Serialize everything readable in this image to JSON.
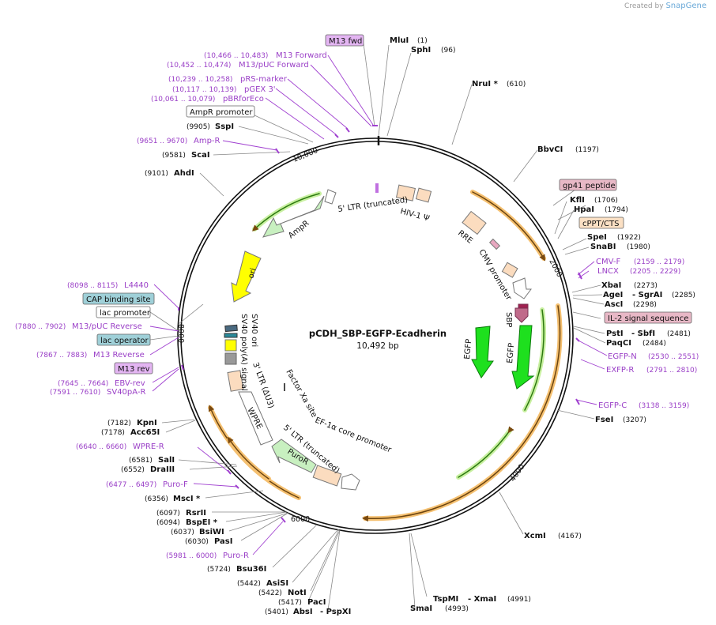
{
  "watermark": {
    "created_by": "Created by",
    "brand": "SnapGene"
  },
  "plasmid": {
    "name": "pCDH_SBP-EGFP-Ecadherin",
    "length": "10,492 bp"
  },
  "ticks": [
    "2000",
    "4000",
    "6000",
    "8000",
    "10,000"
  ],
  "enzymes": [
    {
      "name": "MluI",
      "pos": "(1)"
    },
    {
      "name": "SphI",
      "pos": "(96)"
    },
    {
      "name": "NruI *",
      "pos": "(610)"
    },
    {
      "name": "BbvCI",
      "pos": "(1197)"
    },
    {
      "name": "KflI",
      "pos": "(1706)"
    },
    {
      "name": "HpaI",
      "pos": "(1794)"
    },
    {
      "name": "SpeI",
      "pos": "(1922)"
    },
    {
      "name": "SnaBI",
      "pos": "(1980)"
    },
    {
      "name": "XbaI",
      "pos": "(2273)"
    },
    {
      "name": "AgeI",
      "extra": "- SgrAI",
      "pos": "(2285)"
    },
    {
      "name": "AscI",
      "pos": "(2298)"
    },
    {
      "name": "PstI",
      "extra": "- SbfI",
      "pos": "(2481)"
    },
    {
      "name": "PaqCI",
      "pos": "(2484)"
    },
    {
      "name": "FseI",
      "pos": "(3207)"
    },
    {
      "name": "XcmI",
      "pos": "(4167)"
    },
    {
      "name": "TspMI",
      "extra": "- XmaI",
      "pos": "(4991)"
    },
    {
      "name": "SmaI",
      "pos": "(4993)"
    },
    {
      "name": "AbsI",
      "extra": "- PspXI",
      "pos": "(5401)"
    },
    {
      "name": "PacI",
      "pos": "(5417)"
    },
    {
      "name": "NotI",
      "pos": "(5422)"
    },
    {
      "name": "AsiSI",
      "pos": "(5442)"
    },
    {
      "name": "Bsu36I",
      "pos": "(5724)"
    },
    {
      "name": "PasI",
      "pos": "(6030)"
    },
    {
      "name": "BsiWI",
      "pos": "(6037)"
    },
    {
      "name": "BspEI *",
      "pos": "(6094)"
    },
    {
      "name": "RsrII",
      "pos": "(6097)"
    },
    {
      "name": "MscI *",
      "pos": "(6356)"
    },
    {
      "name": "DraIII",
      "pos": "(6552)"
    },
    {
      "name": "SalI",
      "pos": "(6581)"
    },
    {
      "name": "Acc65I",
      "pos": "(7178)"
    },
    {
      "name": "KpnI",
      "pos": "(7182)"
    },
    {
      "name": "AhdI",
      "pos": "(9101)"
    },
    {
      "name": "ScaI",
      "pos": "(9581)"
    },
    {
      "name": "SspI",
      "pos": "(9905)"
    }
  ],
  "primers": [
    {
      "name": "M13 Forward",
      "pos": "(10,466 .. 10,483)"
    },
    {
      "name": "M13/pUC Forward",
      "pos": "(10,452 .. 10,474)"
    },
    {
      "name": "pRS-marker",
      "pos": "(10,239 .. 10,258)"
    },
    {
      "name": "pGEX 3'",
      "pos": "(10,117 .. 10,139)"
    },
    {
      "name": "pBRforEco",
      "pos": "(10,061 .. 10,079)"
    },
    {
      "name": "Amp-R",
      "pos": "(9651 .. 9670)"
    },
    {
      "name": "CMV-F",
      "pos": "(2159 .. 2179)"
    },
    {
      "name": "LNCX",
      "pos": "(2205 .. 2229)"
    },
    {
      "name": "EGFP-N",
      "pos": "(2530 .. 2551)"
    },
    {
      "name": "EXFP-R",
      "pos": "(2791 .. 2810)"
    },
    {
      "name": "EGFP-C",
      "pos": "(3138 .. 3159)"
    },
    {
      "name": "L4440",
      "pos": "(8098 .. 8115)"
    },
    {
      "name": "M13/pUC Reverse",
      "pos": "(7880 .. 7902)"
    },
    {
      "name": "M13 Reverse",
      "pos": "(7867 .. 7883)"
    },
    {
      "name": "EBV-rev",
      "pos": "(7645 .. 7664)"
    },
    {
      "name": "SV40pA-R",
      "pos": "(7591 .. 7610)"
    },
    {
      "name": "WPRE-R",
      "pos": "(6640 .. 6660)"
    },
    {
      "name": "Puro-F",
      "pos": "(6477 .. 6497)"
    },
    {
      "name": "Puro-R",
      "pos": "(5981 .. 6000)"
    }
  ],
  "boxed_features": [
    {
      "name": "M13 fwd",
      "fill": "#e3b5f2"
    },
    {
      "name": "AmpR promoter",
      "fill": "#ffffff"
    },
    {
      "name": "gp41 peptide",
      "fill": "#e8b8c6"
    },
    {
      "name": "cPPT/CTS",
      "fill": "#fbe0c4"
    },
    {
      "name": "IL-2 signal sequence",
      "fill": "#e8b8c6"
    },
    {
      "name": "CAP binding site",
      "fill": "#9fd0d8"
    },
    {
      "name": "lac promoter",
      "fill": "#ffffff"
    },
    {
      "name": "lac operator",
      "fill": "#9fd0d8"
    },
    {
      "name": "M13 rev",
      "fill": "#e3b5f2"
    }
  ],
  "inner_features": [
    "5' LTR (truncated)",
    "HIV-1 Ψ",
    "RRE",
    "CMV promoter",
    "SBP",
    "EGFP",
    "EGFP",
    "AmpR",
    "ori",
    "SV40 ori",
    "SV40 poly(A) signal",
    "3' LTR (ΔU3)",
    "Factor Xa site",
    "WPRE",
    "5' LTR (truncated)",
    "EF-1α core promoter",
    "PuroR"
  ],
  "colors": {
    "backbone": "#111111",
    "enzyme_line": "#888888",
    "primer": "#9a3fc7",
    "orf_orange": "#f5b24a",
    "cds_green_light": "#c8f0c0",
    "cds_green_bright": "#1ee01e",
    "ltr_fill": "#fbdcbf",
    "ori_yellow": "#ffff00"
  }
}
